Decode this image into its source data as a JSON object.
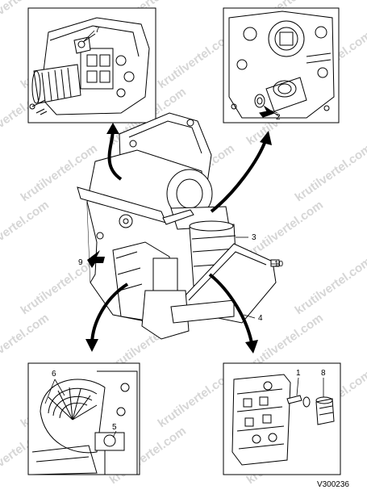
{
  "figure_code": "V300236",
  "watermark": "krutilvertel.com",
  "callouts": {
    "c1": "1",
    "c2": "2",
    "c3": "3",
    "c4": "4",
    "c5": "5",
    "c6": "6",
    "c7": "7",
    "c8": "8",
    "c9": "9",
    "c10": "10"
  },
  "colors": {
    "line": "#000000",
    "watermark": "#d6d6d6",
    "background": "#ffffff"
  }
}
